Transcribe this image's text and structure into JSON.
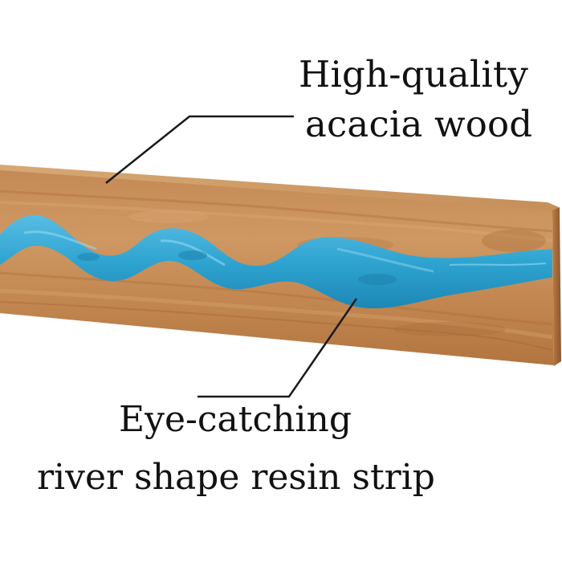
{
  "callouts": {
    "wood": {
      "line1": "High-quality",
      "line2": "acacia wood"
    },
    "resin": {
      "line1": "Eye-catching",
      "line2": "river shape resin strip"
    }
  },
  "colors": {
    "wood_light": "#c8905a",
    "wood_mid": "#b57744",
    "wood_dark": "#8c5327",
    "wood_edge": "#a8683a",
    "resin_main": "#2fa4d1",
    "resin_light": "#6cc7e6",
    "resin_dark": "#167ea8",
    "callout_line": "#1a1a1a",
    "text": "#111111"
  }
}
